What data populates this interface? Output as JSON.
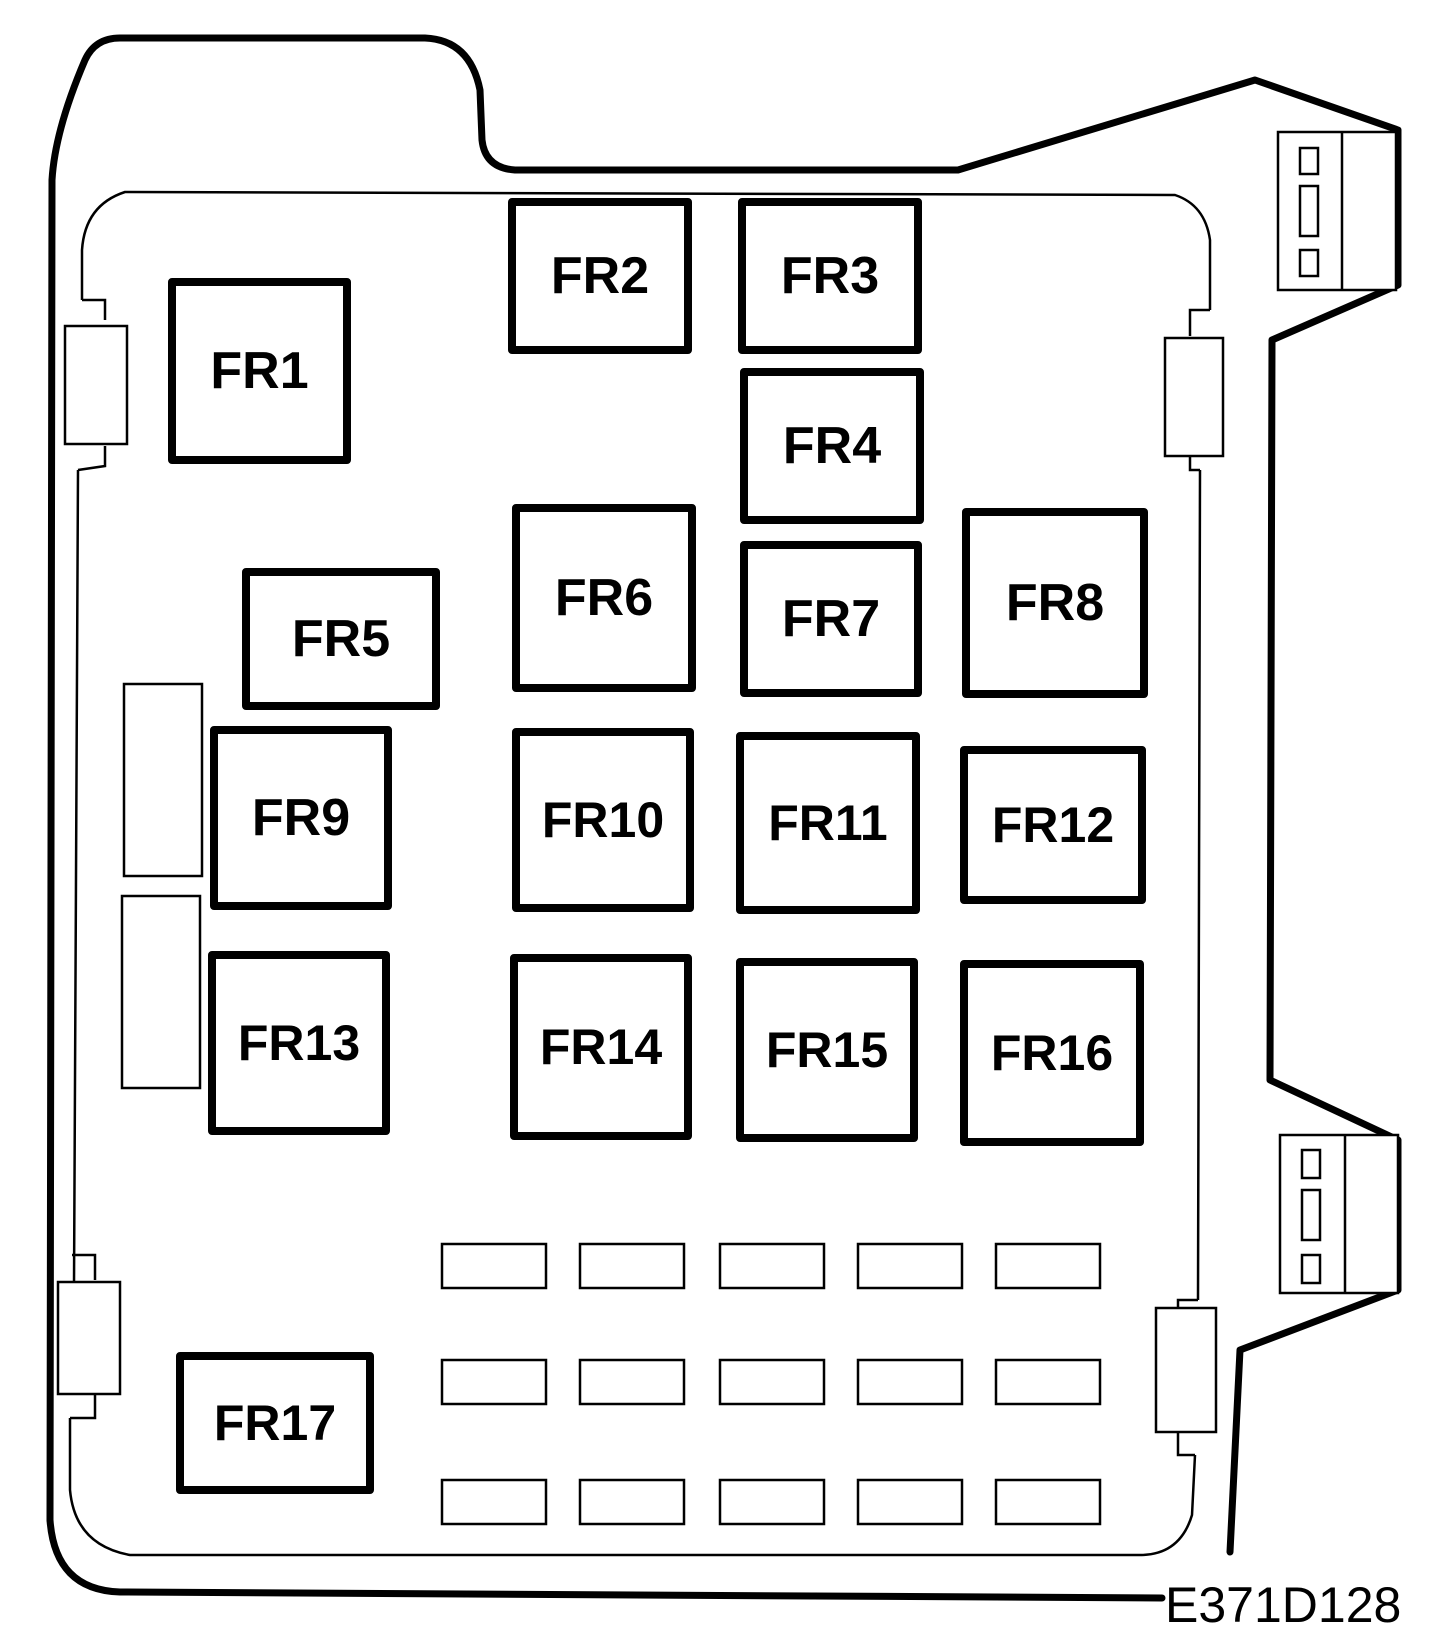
{
  "diagram": {
    "reference_code": "E371D128",
    "relays": [
      "FR1",
      "FR2",
      "FR3",
      "FR4",
      "FR5",
      "FR6",
      "FR7",
      "FR8",
      "FR9",
      "FR10",
      "FR11",
      "FR12",
      "FR13",
      "FR14",
      "FR15",
      "FR16",
      "FR17"
    ],
    "fuse_slots": {
      "rows": 3,
      "columns": 5
    },
    "colors": {
      "line": "#000000",
      "background": "#ffffff"
    }
  }
}
